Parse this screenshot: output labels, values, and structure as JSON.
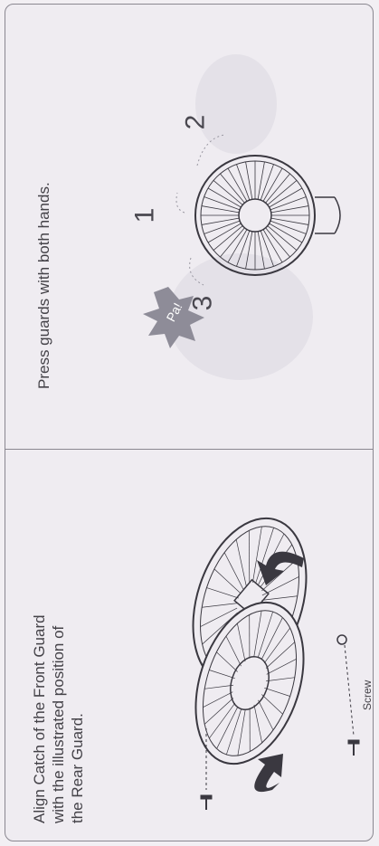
{
  "panel_top": {
    "instruction": "Press guards with both hands.",
    "callouts": [
      "1",
      "2",
      "3"
    ],
    "sound": "Pa!"
  },
  "panel_bottom": {
    "instruction_lines": [
      "Align Catch of the Front Guard",
      "with the illustrated position of",
      "the Rear Guard."
    ],
    "screw_label": "Screw"
  },
  "colors": {
    "line": "#3a3840",
    "text": "#444248",
    "border": "#8a8790",
    "burst": "#8e8c98"
  }
}
